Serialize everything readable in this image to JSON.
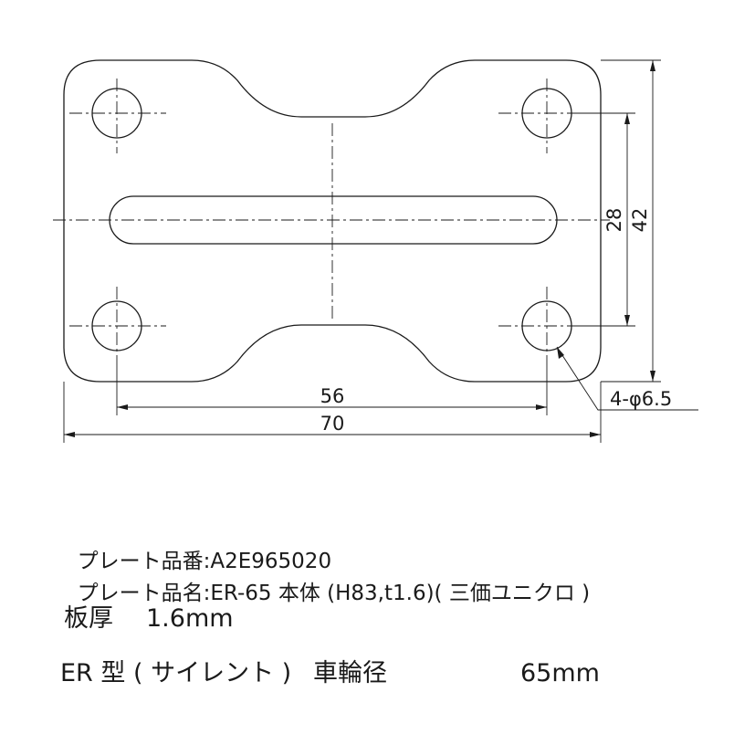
{
  "dimensions": {
    "overall_width": "70",
    "hole_pitch_x": "56",
    "overall_height": "42",
    "hole_pitch_y": "28",
    "hole_callout": "4-φ6.5"
  },
  "specs": {
    "part_no_label": "プレート品番",
    "part_no_value": ":A2E965020",
    "part_name_label": "プレート品名",
    "part_name_value": ":ER-65 本体 (H83,t1.6)( 三価ユニクロ )",
    "thickness_label": "板厚",
    "thickness_value": "1.6mm",
    "type_label": "ER 型 ( サイレント )",
    "wheel_label": "車輪径",
    "wheel_value": "65mm"
  },
  "colors": {
    "line": "#1a1a1a",
    "background": "#ffffff"
  }
}
